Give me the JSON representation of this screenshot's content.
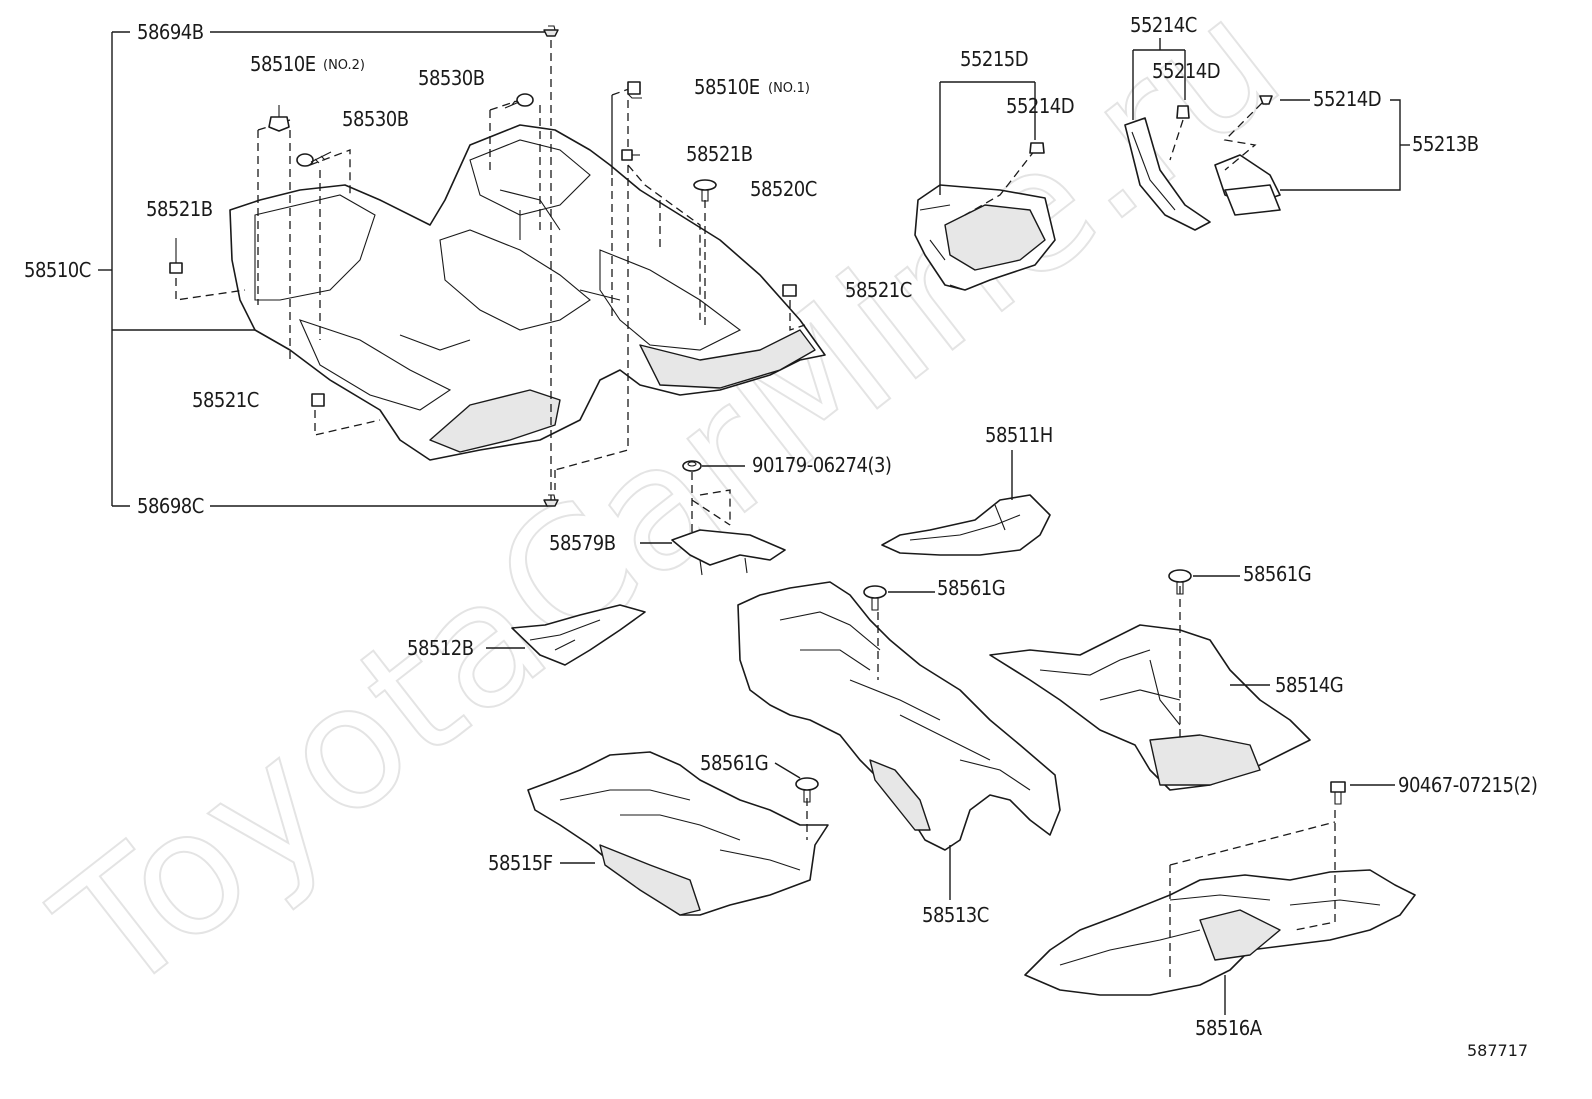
{
  "watermark": "ToyotaCarMine.ru",
  "diagram_number": "587717",
  "labels": {
    "p58694B": "58694B",
    "p58510E_no2": "58510E",
    "no2": "(NO.2)",
    "p58530B_a": "58530B",
    "p58530B_b": "58530B",
    "p58510E_no1": "58510E",
    "no1": "(NO.1)",
    "p58521B_a": "58521B",
    "p58521B_b": "58521B",
    "p58520C": "58520C",
    "p58510C": "58510C",
    "p58521C_a": "58521C",
    "p58521C_b": "58521C",
    "p58698C": "58698C",
    "p55215D": "55215D",
    "p55214D_a": "55214D",
    "p55214C": "55214C",
    "p55214D_b": "55214D",
    "p55214D_c": "55214D",
    "p55213B": "55213B",
    "p58511H": "58511H",
    "p90179": "90179-06274(3)",
    "p58579B": "58579B",
    "p58561G_a": "58561G",
    "p58561G_b": "58561G",
    "p58561G_c": "58561G",
    "p58512B": "58512B",
    "p58514G": "58514G",
    "p90467": "90467-07215(2)",
    "p58515F": "58515F",
    "p58513C": "58513C",
    "p58516A": "58516A"
  },
  "icons": [
    "clip-icon",
    "screw-icon",
    "push-rivet-icon",
    "nut-icon"
  ]
}
